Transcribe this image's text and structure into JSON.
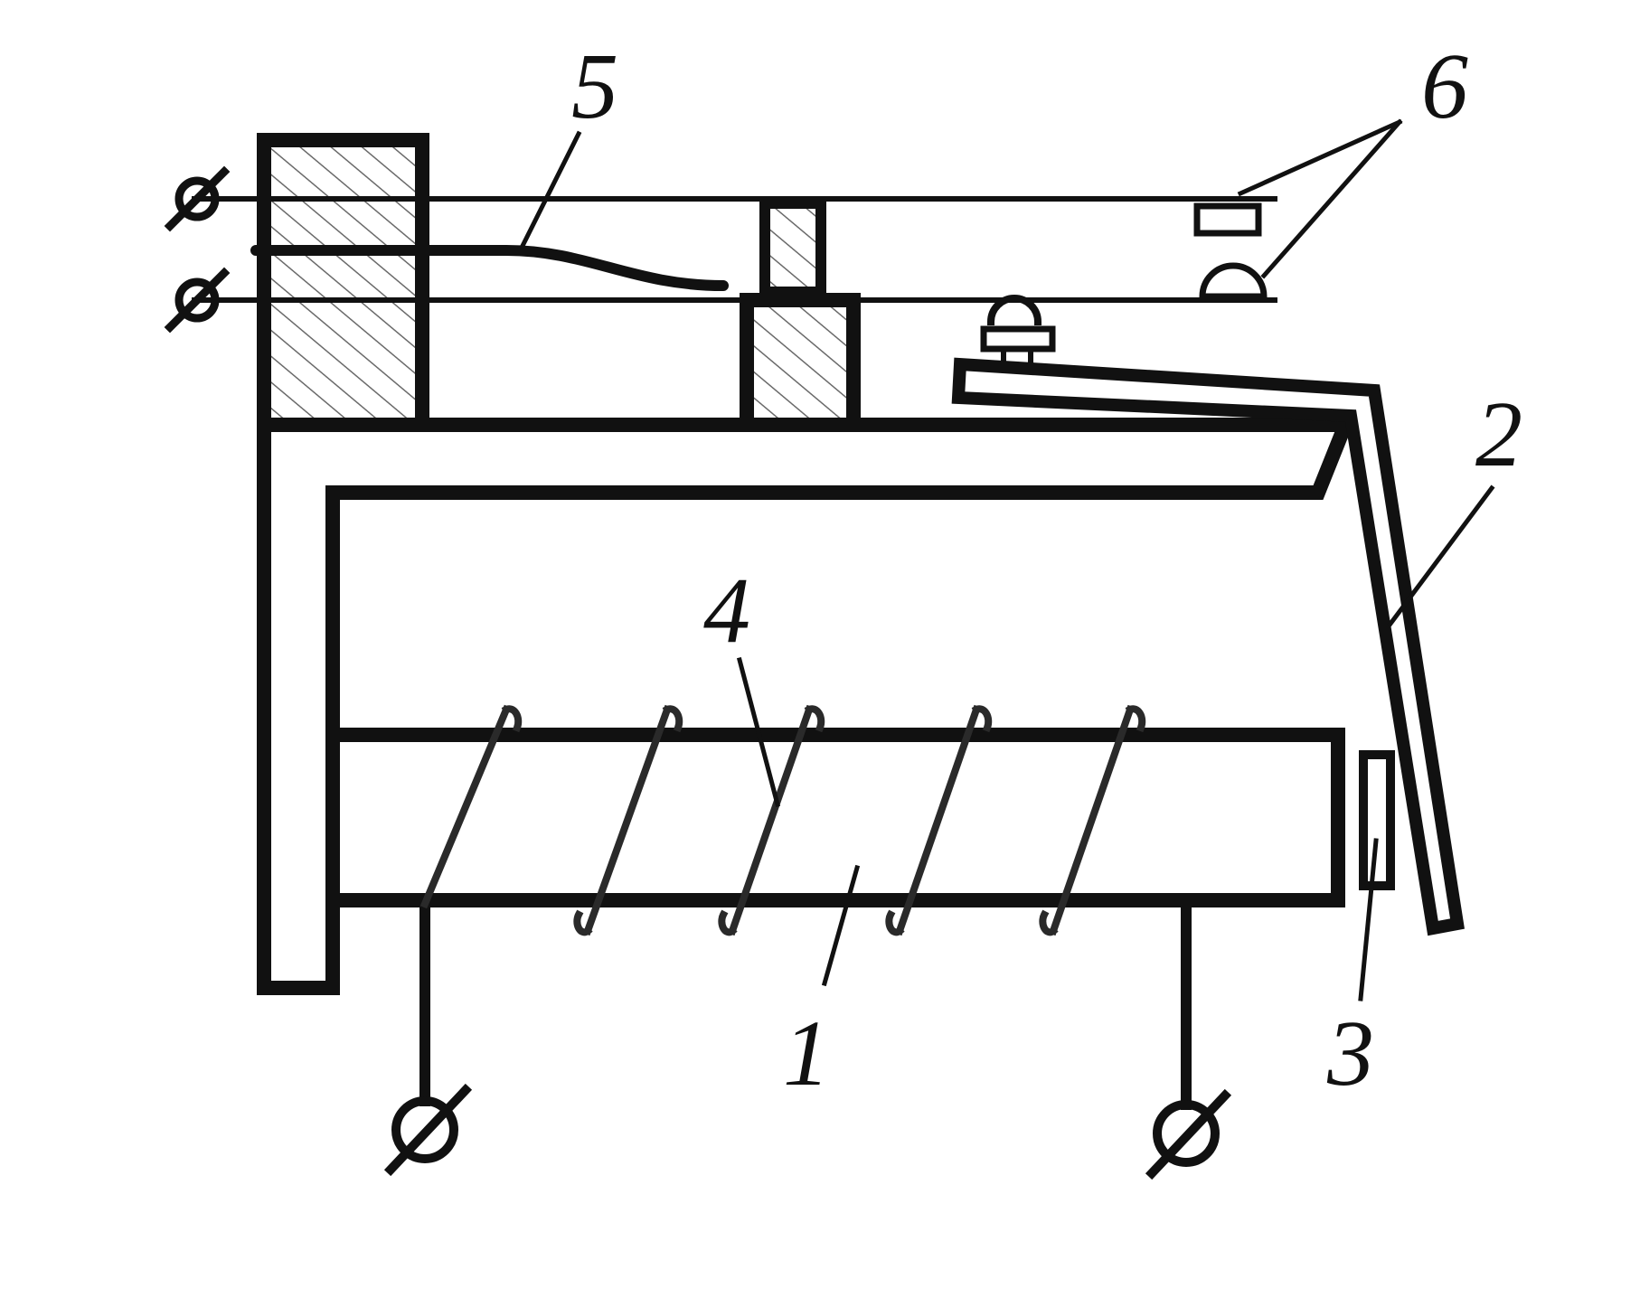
{
  "colors": {
    "stroke": "#111111",
    "background": "#ffffff",
    "hatch": "#555555"
  },
  "labels": {
    "core": "1",
    "armature": "2",
    "nonmagnetic_pad": "3",
    "coil": "4",
    "spring": "5",
    "contacts": "6"
  },
  "terminals": {
    "upper_contact": "Ø",
    "lower_contact": "Ø",
    "coil_left": "Ø",
    "coil_right": "Ø"
  }
}
